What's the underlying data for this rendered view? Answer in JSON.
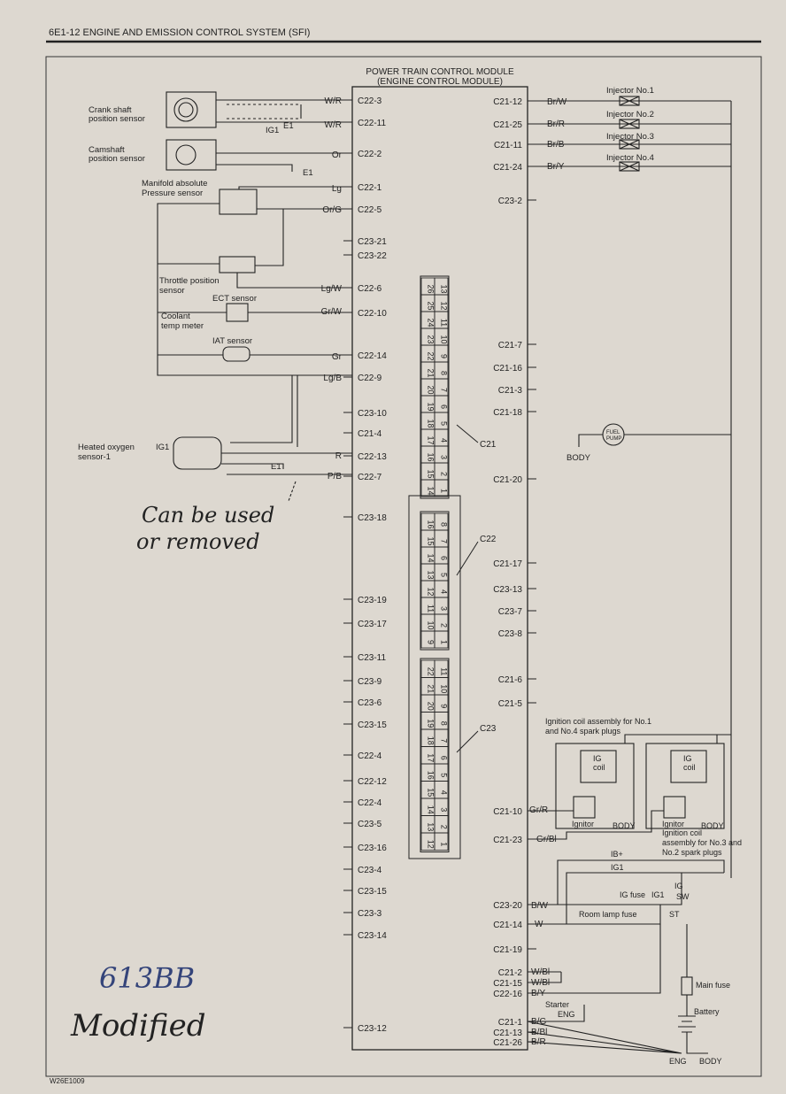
{
  "header": "6E1-12   ENGINE AND EMISSION CONTROL SYSTEM (SFI)",
  "footer_code": "W26E1009",
  "module": {
    "title_line1": "POWER TRAIN CONTROL MODULE",
    "title_line2": "(ENGINE CONTROL MODULE)"
  },
  "left_pins": [
    "C22-3",
    "C22-11",
    "C22-2",
    "C22-1",
    "C22-5",
    "C23-21",
    "C23-22",
    "C22-6",
    "C22-10",
    "C22-14",
    "C22-9",
    "C23-10",
    "C21-4",
    "C22-13",
    "C22-7",
    "C23-18",
    "C23-19",
    "C23-17",
    "C23-11",
    "C23-9",
    "C23-6",
    "C23-15",
    "C22-4",
    "C22-12",
    "C22-4",
    "C23-5",
    "C23-16",
    "C23-4",
    "C23-15",
    "C23-3",
    "C23-14",
    "C23-12"
  ],
  "right_pins": [
    "C21-12",
    "C21-25",
    "C21-11",
    "C21-24",
    "C23-2",
    "C21-7",
    "C21-16",
    "C21-3",
    "C21-18",
    "C21-20",
    "C21-17",
    "C23-13",
    "C23-7",
    "C23-8",
    "C21-6",
    "C21-5",
    "C21-10",
    "C21-23",
    "C23-20",
    "C21-14",
    "C21-19",
    "C21-2",
    "C21-15",
    "C22-16",
    "C21-1",
    "C21-13",
    "C21-26"
  ],
  "left_wires": [
    "W/R",
    "W/R",
    "Or",
    "Lg",
    "Or/G",
    "Lg/W",
    "Gr/W",
    "Gr",
    "Lg/B",
    "R",
    "P/B"
  ],
  "right_wires": [
    "Br/W",
    "Br/R",
    "Br/B",
    "Br/Y",
    "Gr/R",
    "Gr/Bl",
    "B/W",
    "W",
    "W/Bl",
    "W/Bl",
    "B/Y",
    "B/G",
    "B/Bl",
    "B/R"
  ],
  "sensors": {
    "crank": [
      "Crank shaft",
      "position sensor"
    ],
    "cam": [
      "Camshaft",
      "position sensor"
    ],
    "map": [
      "Manifold absolute",
      "Pressure sensor"
    ],
    "tps": [
      "Throttle position",
      "sensor"
    ],
    "ect": "ECT sensor",
    "coolant": [
      "Coolant",
      "temp meter"
    ],
    "iat": "IAT sensor",
    "o2": [
      "Heated oxygen",
      "sensor-1"
    ]
  },
  "injectors": [
    "Injector No.1",
    "Injector No.2",
    "Injector No.3",
    "Injector No.4"
  ],
  "fuel_pump": [
    "FUEL",
    "PUMP"
  ],
  "connectors": {
    "c21": "C21",
    "c22": "C22",
    "c23": "C23"
  },
  "c21_rows": [
    [
      "26",
      "13"
    ],
    [
      "25",
      "12"
    ],
    [
      "24",
      "11"
    ],
    [
      "23",
      "10"
    ],
    [
      "22",
      "9"
    ],
    [
      "21",
      "8"
    ],
    [
      "20",
      "7"
    ],
    [
      "19",
      "6"
    ],
    [
      "18",
      "5"
    ],
    [
      "17",
      "4"
    ],
    [
      "16",
      "3"
    ],
    [
      "15",
      "2"
    ],
    [
      "14",
      "1"
    ]
  ],
  "c22_rows": [
    [
      "16",
      "8"
    ],
    [
      "15",
      "7"
    ],
    [
      "14",
      "6"
    ],
    [
      "13",
      "5"
    ],
    [
      "12",
      "4"
    ],
    [
      "11",
      "3"
    ],
    [
      "10",
      "2"
    ],
    [
      "9",
      "1"
    ]
  ],
  "c23_rows": [
    [
      "22",
      "11"
    ],
    [
      "21",
      "10"
    ],
    [
      "20",
      "9"
    ],
    [
      "19",
      "8"
    ],
    [
      "18",
      "7"
    ],
    [
      "17",
      "6"
    ],
    [
      "16",
      "5"
    ],
    [
      "15",
      "4"
    ],
    [
      "14",
      "3"
    ],
    [
      "13",
      "2"
    ],
    [
      "12",
      "1"
    ]
  ],
  "ignition": {
    "assy1": [
      "Ignition coil assembly for No.1",
      "and No.4 spark plugs"
    ],
    "assy2": [
      "Ignition coil",
      "assembly for No.3 and",
      "No.2 spark plugs"
    ],
    "ig_coil": [
      "IG",
      "coil"
    ],
    "ignitor": "Ignitor",
    "body": "BODY"
  },
  "power": {
    "ib": "IB+",
    "ig1": "IG1",
    "ig_fuse": "IG fuse",
    "ig_sw": [
      "IG",
      "SW"
    ],
    "st": "ST",
    "room_lamp": "Room lamp fuse",
    "main_fuse": "Main fuse",
    "battery": "Battery",
    "starter": [
      "Starter",
      "ENG"
    ],
    "eng": "ENG",
    "body": "BODY"
  },
  "labels": {
    "ig1": "IG1",
    "e1": "E1",
    "body": "BODY"
  },
  "annotations": {
    "note1": "Can be used",
    "note2": "or removed",
    "code": "613BB",
    "modified": "Modified"
  }
}
